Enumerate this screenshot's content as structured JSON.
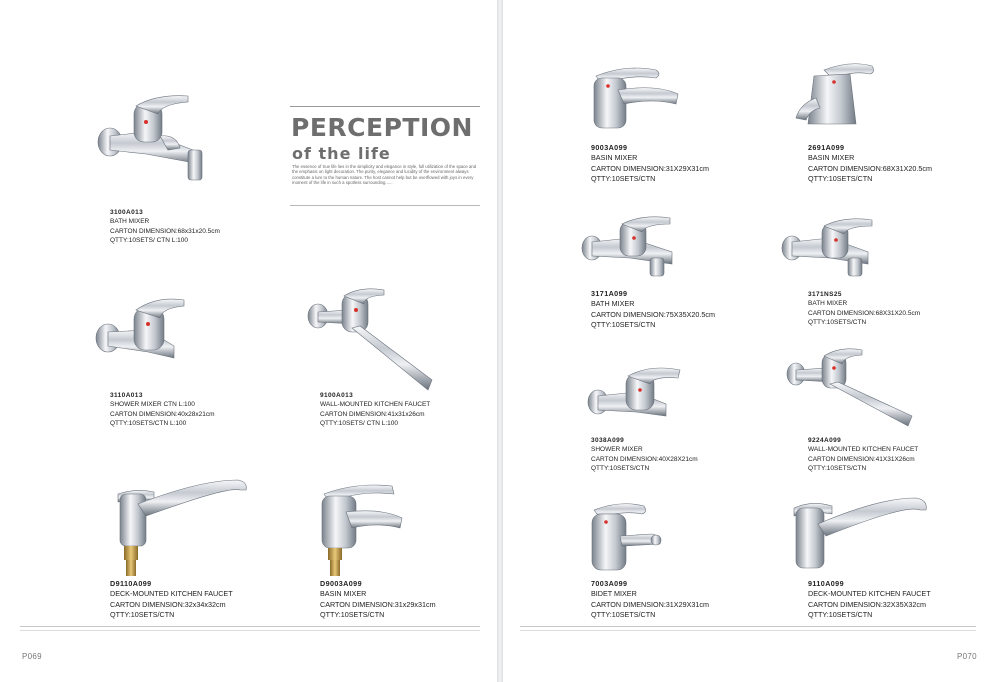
{
  "left_page": {
    "page_number": "P069",
    "heading": {
      "line1": "PERCEPTION",
      "line2": "of the life",
      "body": "The essence of true life lies in the simplicity and elegance in style, full utilization of the space and the emphasis on light decoration. The purity, elegance and lucidity of the environment always constitute a lure to the human nature. The host cannot help but be overflowed with joys in every moment of the life in such a spotless surrounding......"
    },
    "products": [
      {
        "code": "3100A013",
        "name": "BATH MIXER",
        "dimension": "CARTON DIMENSION:68x31x20.5cm",
        "qty": "QTTY:10SETS/  CTN L:100",
        "icon": "bath-mixer-icon"
      },
      {
        "code": "3110A013",
        "name": "SHOWER MIXER CTN L:100",
        "dimension": "CARTON DIMENSION:40x28x21cm",
        "qty": "QTTY:10SETS/CTN L:100",
        "icon": "shower-mixer-icon"
      },
      {
        "code": "9100A013",
        "name": "WALL-MOUNTED KITCHEN FAUCET",
        "dimension": "CARTON DIMENSION:41x31x26cm",
        "qty": "QTTY:10SETS/ CTN L:100",
        "icon": "wall-kitchen-faucet-icon"
      },
      {
        "code": "D9110A099",
        "name": "DECK-MOUNTED KITCHEN FAUCET",
        "dimension": "CARTON DIMENSION:32x34x32cm",
        "qty": "QTTY:10SETS/CTN",
        "icon": "deck-kitchen-faucet-icon"
      },
      {
        "code": "D9003A099",
        "name": "BASIN MIXER",
        "dimension": "CARTON DIMENSION:31x29x31cm",
        "qty": "QTTY:10SETS/CTN",
        "icon": "basin-mixer-icon"
      }
    ]
  },
  "right_page": {
    "page_number": "P070",
    "products": [
      {
        "code": "9003A099",
        "name": "BASIN MIXER",
        "dimension": "CARTON DIMENSION:31X29X31cm",
        "qty": "QTTY:10SETS/CTN",
        "icon": "basin-mixer-icon"
      },
      {
        "code": "2691A099",
        "name": "BASIN MIXER",
        "dimension": "CARTON DIMENSION:68X31X20.5cm",
        "qty": "QTTY:10SETS/CTN",
        "icon": "basin-mixer-icon"
      },
      {
        "code": "3171A099",
        "name": "BATH MIXER",
        "dimension": "CARTON DIMENSION:75X35X20.5cm",
        "qty": "QTTY:10SETS/CTN",
        "icon": "bath-mixer-icon"
      },
      {
        "code": "3171NS25",
        "name": "BATH MIXER",
        "dimension": "CARTON DIMENSION:68X31X20.5cm",
        "qty": "QTTY:10SETS/CTN",
        "icon": "bath-mixer-icon"
      },
      {
        "code": "3038A099",
        "name": "SHOWER MIXER",
        "dimension": "CARTON DIMENSION:40X28X21cm",
        "qty": "QTTY:10SETS/CTN",
        "icon": "shower-mixer-icon"
      },
      {
        "code": "9224A099",
        "name": "WALL-MOUNTED KITCHEN FAUCET",
        "dimension": "CARTON DIMENSION:41X31X26cm",
        "qty": "QTTY:10SETS/CTN",
        "icon": "wall-kitchen-faucet-icon"
      },
      {
        "code": "7003A099",
        "name": "BIDET MIXER",
        "dimension": "CARTON DIMENSION:31X29X31cm",
        "qty": "QTTY:10SETS/CTN",
        "icon": "bidet-mixer-icon"
      },
      {
        "code": "9110A099",
        "name": "DECK-MOUNTED KITCHEN FAUCET",
        "dimension": "CARTON DIMENSION:32X35X32cm",
        "qty": "QTTY:10SETS/CTN",
        "icon": "deck-kitchen-faucet-icon"
      }
    ]
  },
  "colors": {
    "chrome_light": "#f4f6f8",
    "chrome_mid": "#b8bec6",
    "chrome_dark": "#5a626c",
    "brass": "#c9a24a",
    "heading_gray": "#6e6e6e",
    "red_dot": "#d8302a"
  }
}
